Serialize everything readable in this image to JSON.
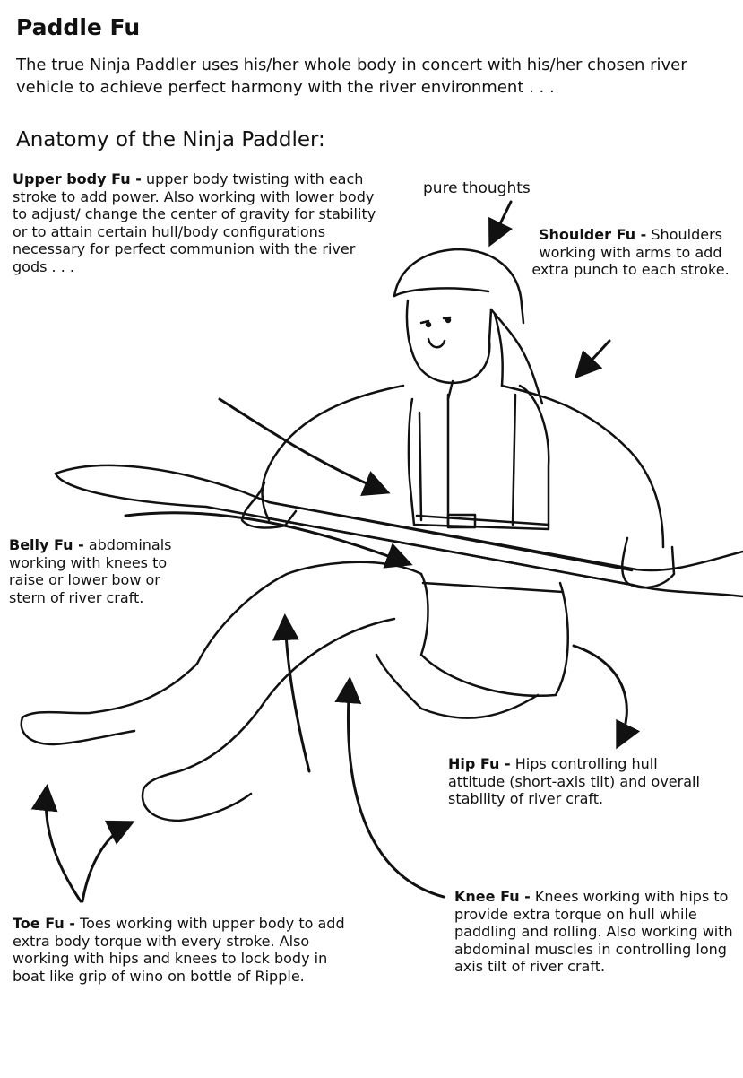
{
  "title": "Paddle Fu",
  "intro": "The true Ninja Paddler uses his/her whole body in concert with his/her chosen river vehicle to achieve perfect harmony with the river environment . . .",
  "subtitle": "Anatomy of the Ninja Paddler:",
  "pure_thoughts": "pure thoughts",
  "labels": {
    "upper_body": {
      "head": "Upper body Fu -",
      "text": "upper body twisting with each stroke to add power. Also working with lower body to adjust/ change the center of gravity for stability or to attain certain hull/body configurations necessary for perfect communion with the river gods . . ."
    },
    "shoulder": {
      "head": "Shoulder Fu -",
      "text": "Shoulders working with arms to add extra punch to each stroke."
    },
    "belly": {
      "head": "Belly Fu -",
      "text": "abdominals working with knees to raise or lower bow or stern of river craft."
    },
    "hip": {
      "head": "Hip Fu -",
      "text": "Hips controlling hull attitude (short-axis tilt) and overall stability of river craft."
    },
    "knee": {
      "head": "Knee Fu -",
      "text": "Knees working with hips to provide extra torque on hull while paddling and rolling. Also working with abdominal muscles in controlling long axis tilt of river craft."
    },
    "toe": {
      "head": "Toe Fu -",
      "text": "Toes working with upper body to add extra body torque with every stroke. Also working with hips and knees to lock body in boat like grip of wino on bottle of Ripple."
    }
  }
}
